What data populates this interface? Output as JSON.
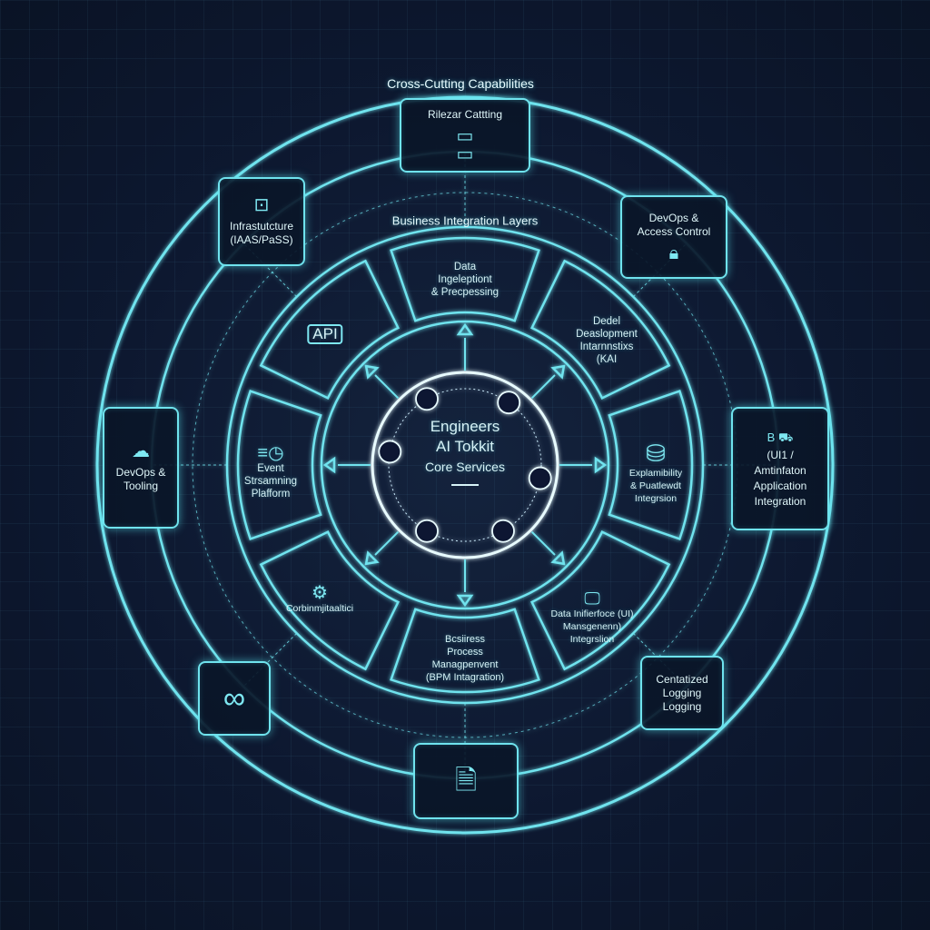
{
  "outer_ring": {
    "title": "Cross-Cutting Capabilities"
  },
  "middle_ring": {
    "title": "Business Integration Layers"
  },
  "core": {
    "line1": "Engineers",
    "line2": "AI Tokkit",
    "line3": "Core Services"
  },
  "outer_boxes": {
    "top": {
      "label": "Rilezar Cattting",
      "icon": "server-rack-icon"
    },
    "top_left": {
      "label1": "Infrastutcture",
      "label2": "(IAAS/PaSS)",
      "icon": "chip-icon"
    },
    "top_right": {
      "label1": "DevOps &",
      "label2": "Access Control",
      "icon": "lock-icon"
    },
    "left": {
      "label1": "DevOps &",
      "label2": "Tooling",
      "icon": "cloud-icon"
    },
    "right": {
      "label0": "B",
      "label1": "(UI1 /",
      "label2": "Amtinfaton",
      "label3": "Application",
      "label4": "Integration",
      "icon": "truck-icon"
    },
    "bottom_left": {
      "icon": "infinity-icon"
    },
    "bottom_right": {
      "label1": "Centatized",
      "label2": "Logging",
      "label3": "Logging"
    },
    "bottom": {
      "icon": "document-icon"
    }
  },
  "segments": {
    "top": {
      "label1": "Data",
      "label2": "Ingeleptiont",
      "label3": "& Precpessing"
    },
    "top_right": {
      "label1": "Dedel",
      "label2": "Deaslopment",
      "label3": "Intarnnstixs",
      "label4": "(KAI"
    },
    "right": {
      "label1": "Explamibility",
      "label2": "& Puatlewdt",
      "label3": "Integrsion"
    },
    "bottom_right": {
      "label1": "Data Inifierfoce (UI)",
      "label2": "Mansgenenn)",
      "label3": "Integrslion"
    },
    "bottom": {
      "label1": "Bcsiiress",
      "label2": "Process",
      "label3": "Managpenvent",
      "label4": "(BPM Intagration)"
    },
    "bottom_left": {
      "label1": "Corbinmjitaaltici"
    },
    "left": {
      "label1": "Event",
      "label2": "Strsamning",
      "label3": "Plafform"
    },
    "top_left": {
      "label1": "API"
    }
  },
  "colors": {
    "accent": "#6fe3ee",
    "background": "#0d1830",
    "core_ring": "#e8fbff"
  }
}
